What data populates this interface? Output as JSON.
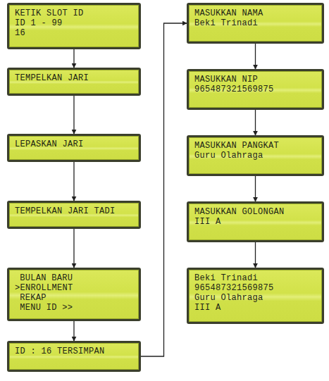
{
  "diagram": {
    "nodes": [
      {
        "text": [
          "KETIK SLOT ID",
          "ID 1 - 99",
          "16"
        ]
      },
      {
        "text": [
          "TEMPELKAN JARI"
        ]
      },
      {
        "text": [
          "LEPASKAN JARI"
        ]
      },
      {
        "text": [
          "TEMPELKAN JARI TADI"
        ]
      },
      {
        "text": [
          "BULAN BARU",
          ">ENROLLMENT",
          "REKAP",
          "MENU ID >>"
        ]
      },
      {
        "text": [
          "ID : 16 TERSIMPAN"
        ]
      },
      {
        "text": [
          "MASUKKAN NAMA",
          "Beki Trinadi"
        ]
      },
      {
        "text": [
          "MASUKKAN NIP",
          "965487321569875"
        ]
      },
      {
        "text": [
          "MASUKKAN PANGKAT",
          "Guru Olahraga"
        ]
      },
      {
        "text": [
          "MASUKKAN GOLONGAN",
          "III A"
        ]
      },
      {
        "text": [
          "Beki Trinadi",
          "965487321569875",
          "Guru Olahraga",
          "III A"
        ]
      }
    ],
    "edges": [
      {
        "from": 0,
        "to": 1,
        "arrow": "to"
      },
      {
        "from": 1,
        "to": 2,
        "arrow": "to"
      },
      {
        "from": 2,
        "to": 3,
        "arrow": "to"
      },
      {
        "from": 3,
        "to": 4,
        "arrow": "to"
      },
      {
        "from": 4,
        "to": 5,
        "arrow": "to"
      },
      {
        "from": 5,
        "to": 6,
        "arrow": "to"
      },
      {
        "from": 6,
        "to": 7,
        "arrow": "to"
      },
      {
        "from": 7,
        "to": 8,
        "arrow": "to"
      },
      {
        "from": 8,
        "to": 9,
        "arrow": "to"
      },
      {
        "from": 9,
        "to": 10,
        "arrow": "to"
      }
    ]
  }
}
